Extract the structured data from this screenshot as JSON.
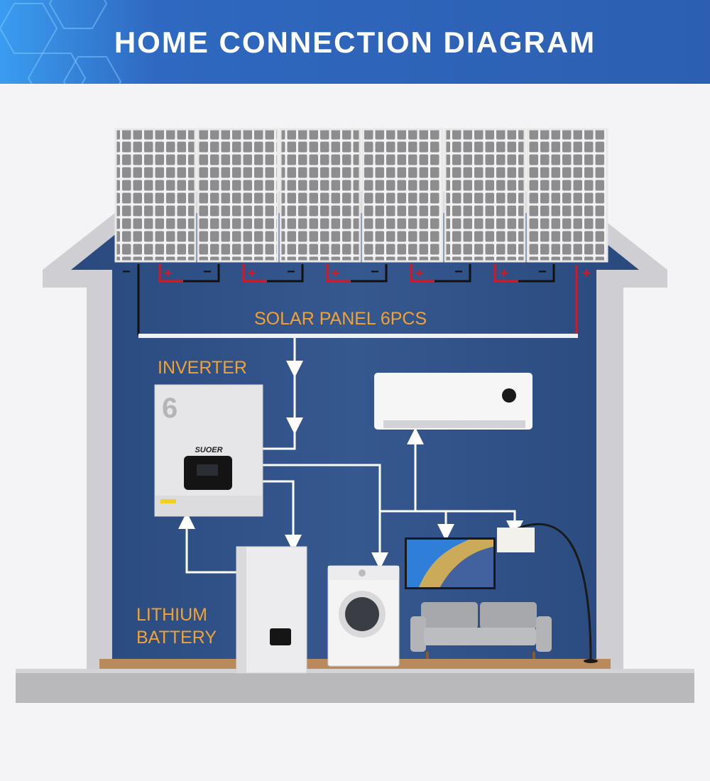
{
  "header": {
    "title": "HOME CONNECTION DIAGRAM"
  },
  "labels": {
    "solar_panel": "SOLAR PANEL 6PCS",
    "inverter": "INVERTER",
    "battery_line1": "LITHIUM",
    "battery_line2": "BATTERY"
  },
  "terminals": {
    "plus": "+",
    "minus": "−"
  },
  "inverter": {
    "model_number": "6",
    "brand": "SUOER"
  },
  "colors": {
    "header": "#2c5fb0",
    "wall_interior": "#2d4f86",
    "label": "#f2a233",
    "positive_wire": "#e0141e",
    "negative_wire": "#111111"
  }
}
